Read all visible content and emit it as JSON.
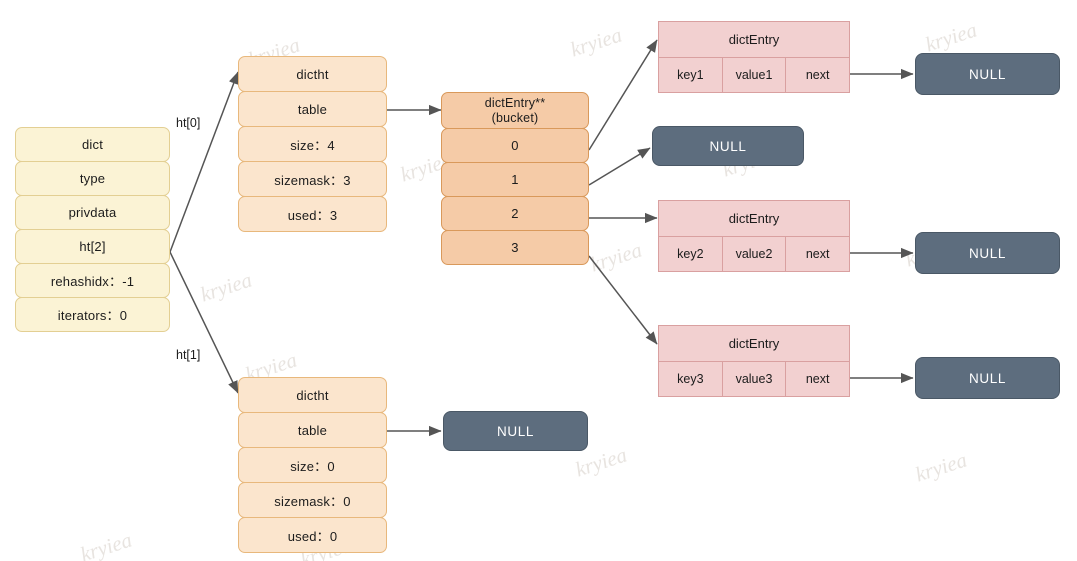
{
  "diagram": {
    "title": "Redis dict / dictht / dictEntry structure",
    "watermark_text": "kryiea",
    "colors": {
      "dict_fill": "#fbf3d5",
      "dict_stroke": "#e3cf93",
      "dictht_fill": "#fbe5cd",
      "dictht_stroke": "#e8b87c",
      "bucket_fill": "#f5cba7",
      "bucket_stroke": "#d9995b",
      "entry_fill": "#f2d0d0",
      "entry_stroke": "#d9a0a0",
      "null_fill": "#5d6d7e",
      "null_text": "#ffffff",
      "edge_stroke": "#555555",
      "watermark": "#e8e4e0"
    }
  },
  "dict_struct": {
    "rows": [
      {
        "label": "dict"
      },
      {
        "label": "type"
      },
      {
        "label": "privdata"
      },
      {
        "label": "ht[2]"
      },
      {
        "label": "rehashidx：-1"
      },
      {
        "label": "iterators：0"
      }
    ]
  },
  "edge_labels": {
    "ht0": "ht[0]",
    "ht1": "ht[1]"
  },
  "dictht_0": {
    "rows": [
      {
        "label": "dictht"
      },
      {
        "label": "table"
      },
      {
        "label": "size：4"
      },
      {
        "label": "sizemask：3"
      },
      {
        "label": "used：3"
      }
    ]
  },
  "dictht_1": {
    "rows": [
      {
        "label": "dictht"
      },
      {
        "label": "table"
      },
      {
        "label": "size：0"
      },
      {
        "label": "sizemask：0"
      },
      {
        "label": "used：0"
      }
    ]
  },
  "bucket": {
    "header_line1": "dictEntry**",
    "header_line2": "(bucket)",
    "slots": [
      {
        "index": "0"
      },
      {
        "index": "1"
      },
      {
        "index": "2"
      },
      {
        "index": "3"
      }
    ]
  },
  "entries": [
    {
      "title": "dictEntry",
      "key": "key1",
      "value": "value1",
      "next": "next"
    },
    {
      "title": "dictEntry",
      "key": "key2",
      "value": "value2",
      "next": "next"
    },
    {
      "title": "dictEntry",
      "key": "key3",
      "value": "value3",
      "next": "next"
    }
  ],
  "nulls": {
    "entry1_next": "NULL",
    "bucket1": "NULL",
    "entry2_next": "NULL",
    "entry3_next": "NULL",
    "dictht1_table": "NULL"
  }
}
